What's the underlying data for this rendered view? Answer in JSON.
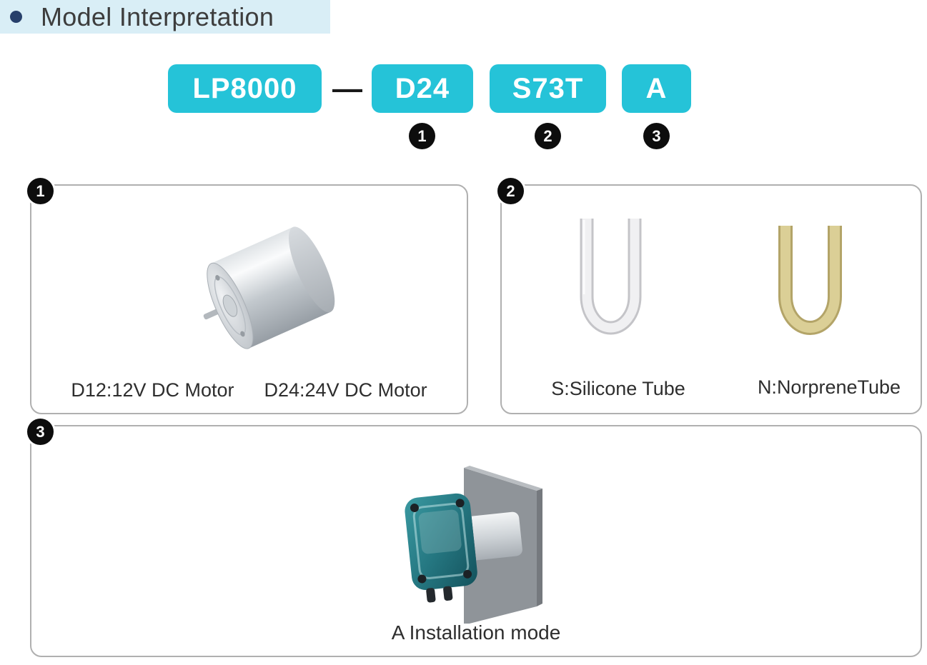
{
  "header": {
    "title": "Model Interpretation"
  },
  "model_row": {
    "base": "LP8000",
    "dash": "—",
    "segments": [
      {
        "code": "D24",
        "badge": "1"
      },
      {
        "code": "S73T",
        "badge": "2"
      },
      {
        "code": "A",
        "badge": "3"
      }
    ]
  },
  "panels": {
    "motor": {
      "badge": "1",
      "image": "dc-motor-photo",
      "label_left": "D12:12V DC Motor",
      "label_right": "D24:24V DC Motor"
    },
    "tube": {
      "badge": "2",
      "items": [
        {
          "label": "S:Silicone Tube",
          "image": "silicone-tube-photo"
        },
        {
          "label": "N:NorpreneTube",
          "image": "norprene-tube-photo"
        }
      ]
    },
    "installation": {
      "badge": "3",
      "image": "pump-installation-photo",
      "label": "A Installation mode"
    }
  },
  "colors": {
    "accent_cyan": "#25c3d8",
    "title_highlight": "#d9eef6",
    "bullet_navy": "#27406b",
    "badge_black": "#0d0d0d",
    "panel_border": "#b0b0b0",
    "text_dark": "#2e2e2e",
    "silicone_tube": "#f0f0f2",
    "norprene_tube": "#dbcf96"
  }
}
